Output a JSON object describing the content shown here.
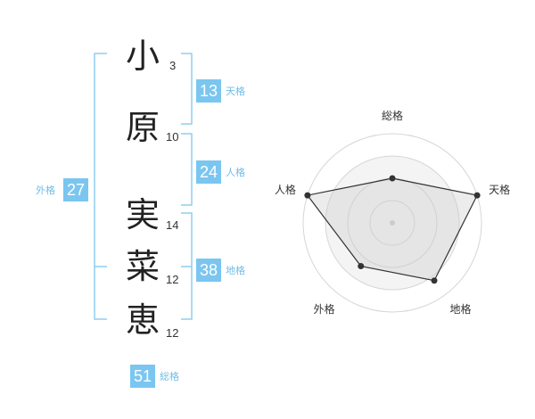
{
  "name": {
    "chars": [
      {
        "char": "小",
        "strokes": "3"
      },
      {
        "char": "原",
        "strokes": "10"
      },
      {
        "char": "実",
        "strokes": "14"
      },
      {
        "char": "菜",
        "strokes": "12"
      },
      {
        "char": "恵",
        "strokes": "12"
      }
    ]
  },
  "kaku": {
    "tenkaku": {
      "value": "13",
      "label": "天格"
    },
    "jinkaku": {
      "value": "24",
      "label": "人格"
    },
    "chikaku": {
      "value": "38",
      "label": "地格"
    },
    "gaikaku": {
      "value": "27",
      "label": "外格"
    },
    "soukaku": {
      "value": "51",
      "label": "総格"
    }
  },
  "colors": {
    "accent": "#7ac6f0",
    "bracket": "#8fcdf2",
    "text": "#222222"
  },
  "chart_data": {
    "type": "radar",
    "axes": [
      "総格",
      "天格",
      "地格",
      "外格",
      "人格"
    ],
    "values": [
      0.5,
      1.0,
      0.8,
      0.6,
      1.0
    ],
    "rings": 4,
    "range": [
      0,
      1
    ]
  }
}
